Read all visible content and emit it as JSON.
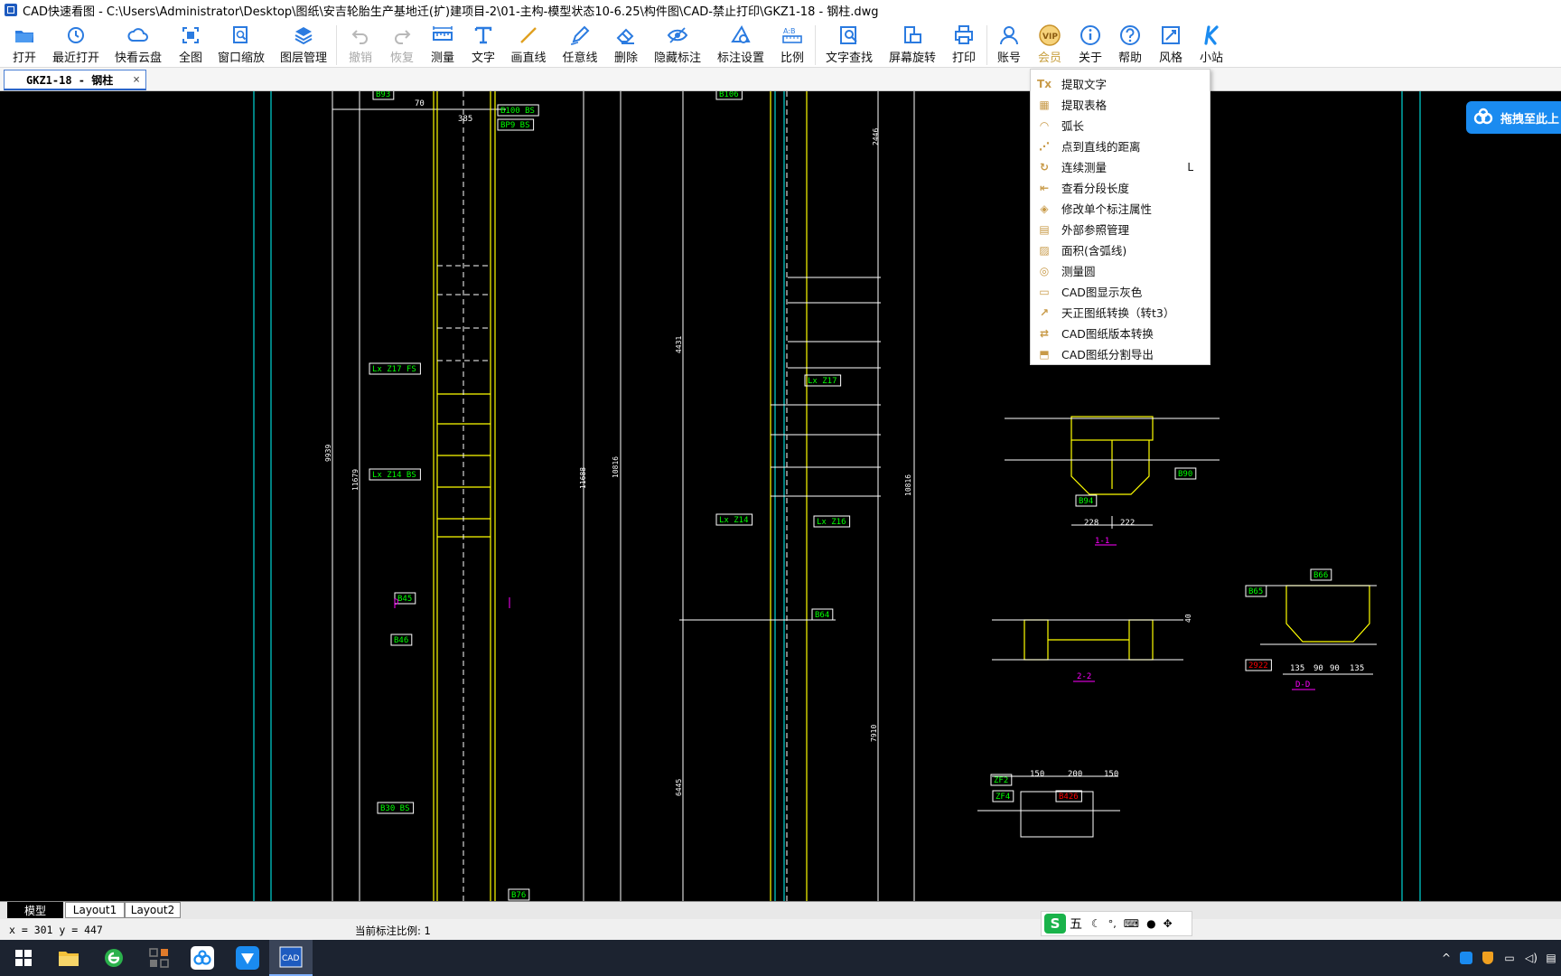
{
  "window": {
    "title": "CAD快速看图 - C:\\Users\\Administrator\\Desktop\\图纸\\安吉轮胎生产基地迁(扩)建项目-2\\01-主构-模型状态10-6.25\\构件图\\CAD-禁止打印\\GKZ1-18 - 钢柱.dwg"
  },
  "toolbar": [
    {
      "id": "open",
      "label": "打开",
      "icon": "folder-icon",
      "enabled": true
    },
    {
      "id": "recent",
      "label": "最近打开",
      "icon": "clock-icon",
      "enabled": true
    },
    {
      "id": "cloud",
      "label": "快看云盘",
      "icon": "cloud-icon",
      "enabled": true
    },
    {
      "id": "fit",
      "label": "全图",
      "icon": "fit-view-icon",
      "enabled": true
    },
    {
      "id": "zoomwin",
      "label": "窗口缩放",
      "icon": "zoom-window-icon",
      "enabled": true
    },
    {
      "id": "layers",
      "label": "图层管理",
      "icon": "layers-icon",
      "enabled": true
    },
    {
      "id": "undo",
      "label": "撤销",
      "icon": "undo-icon",
      "enabled": false
    },
    {
      "id": "redo",
      "label": "恢复",
      "icon": "redo-icon",
      "enabled": false
    },
    {
      "id": "measure",
      "label": "测量",
      "icon": "ruler-icon",
      "enabled": true
    },
    {
      "id": "text",
      "label": "文字",
      "icon": "text-icon",
      "enabled": true
    },
    {
      "id": "line",
      "label": "画直线",
      "icon": "line-icon",
      "enabled": true
    },
    {
      "id": "freeline",
      "label": "任意线",
      "icon": "pencil-icon",
      "enabled": true
    },
    {
      "id": "delete",
      "label": "删除",
      "icon": "eraser-icon",
      "enabled": true
    },
    {
      "id": "hide",
      "label": "隐藏标注",
      "icon": "eye-icon",
      "enabled": true
    },
    {
      "id": "dimset",
      "label": "标注设置",
      "icon": "dimension-settings-icon",
      "enabled": true
    },
    {
      "id": "scale",
      "label": "比例",
      "icon": "scale-icon",
      "enabled": true
    },
    {
      "id": "findtext",
      "label": "文字查找",
      "icon": "find-text-icon",
      "enabled": true
    },
    {
      "id": "rotate",
      "label": "屏幕旋转",
      "icon": "rotate-screen-icon",
      "enabled": true
    },
    {
      "id": "print",
      "label": "打印",
      "icon": "printer-icon",
      "enabled": true
    },
    {
      "id": "account",
      "label": "账号",
      "icon": "user-icon",
      "enabled": true
    },
    {
      "id": "vip",
      "label": "会员",
      "icon": "vip-icon",
      "enabled": true
    },
    {
      "id": "about",
      "label": "关于",
      "icon": "info-icon",
      "enabled": true
    },
    {
      "id": "help",
      "label": "帮助",
      "icon": "help-icon",
      "enabled": true
    },
    {
      "id": "style",
      "label": "风格",
      "icon": "style-icon",
      "enabled": true
    },
    {
      "id": "site",
      "label": "小站",
      "icon": "site-k-icon",
      "enabled": true
    }
  ],
  "tabs": [
    {
      "label": "GKZ1-18 - 钢柱",
      "close": "×"
    }
  ],
  "menu": {
    "items": [
      {
        "label": "提取文字",
        "icon": "extract-text-icon"
      },
      {
        "label": "提取表格",
        "icon": "extract-table-icon"
      },
      {
        "label": "弧长",
        "icon": "arc-length-icon"
      },
      {
        "label": "点到直线的距离",
        "icon": "point-line-distance-icon"
      },
      {
        "label": "连续测量",
        "icon": "continuous-measure-icon",
        "shortcut": "L"
      },
      {
        "label": "查看分段长度",
        "icon": "segment-length-icon"
      },
      {
        "label": "修改单个标注属性",
        "icon": "edit-dimension-icon"
      },
      {
        "label": "外部参照管理",
        "icon": "xref-icon"
      },
      {
        "label": "面积(含弧线)",
        "icon": "area-icon"
      },
      {
        "label": "测量圆",
        "icon": "measure-circle-icon"
      },
      {
        "label": "CAD图显示灰色",
        "icon": "gray-display-icon"
      },
      {
        "label": "天正图纸转换（转t3）",
        "icon": "convert-t3-icon"
      },
      {
        "label": "CAD图纸版本转换",
        "icon": "version-convert-icon"
      },
      {
        "label": "CAD图纸分割导出",
        "icon": "split-export-icon"
      }
    ]
  },
  "baidu_drop": {
    "label": "拖拽至此上"
  },
  "layout_tabs": [
    "模型",
    "Layout1",
    "Layout2"
  ],
  "status": {
    "coords": "x = 301  y = 447",
    "scale": "当前标注比例: 1"
  },
  "ime": {
    "mode": "五"
  },
  "drawing_labels": [
    "B93",
    "B100 BS",
    "BP9 BS",
    "Lx Z17 FS",
    "Lx Z14 BS",
    "B45",
    "B46",
    "B30 BS",
    "B76",
    "B106",
    "Lx Z17",
    "Lx Z14",
    "Lx Z16",
    "B64",
    "B90",
    "B94",
    "1-1",
    "2-2",
    "D-D",
    "B65",
    "B66",
    "2922",
    "ZF2",
    "ZF4",
    "B426",
    "9939",
    "11679",
    "11688",
    "10816",
    "10816",
    "4431",
    "2446",
    "7910",
    "6445",
    "150",
    "200",
    "150",
    "135",
    "90",
    "90",
    "135",
    "228",
    "222",
    "40",
    "70",
    "385",
    "D"
  ],
  "colors": {
    "canvas": "#000000",
    "cad_yellow": "#ffff00",
    "cad_cyan": "#00ffff",
    "cad_green": "#00ff00",
    "cad_white": "#ffffff",
    "cad_magenta": "#ff00ff",
    "cad_red": "#ff0000",
    "accent": "#2a64c8"
  }
}
